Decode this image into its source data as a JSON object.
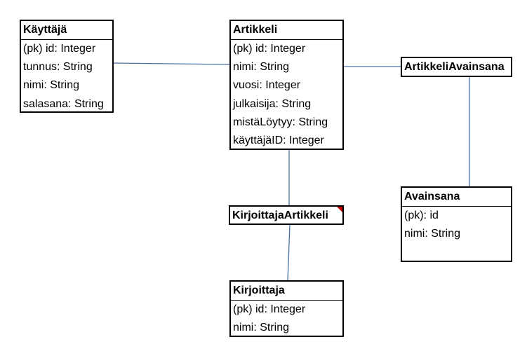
{
  "entities": {
    "kayttaja": {
      "title": "Käyttäjä",
      "rows": [
        "(pk) id: Integer",
        "tunnus: String",
        "nimi: String",
        "salasana: String"
      ]
    },
    "artikkeli": {
      "title": "Artikkeli",
      "rows": [
        "(pk) id: Integer",
        "nimi: String",
        "vuosi: Integer",
        "julkaisija: String",
        "mistäLöytyy: String",
        "käyttäjäID: Integer"
      ]
    },
    "artikkeli_avainsana": {
      "title": "ArtikkeliAvainsana",
      "rows": []
    },
    "avainsana": {
      "title": "Avainsana",
      "rows": [
        "(pk): id",
        "nimi: String"
      ]
    },
    "kirjoittaja_artikkeli": {
      "title": "KirjoittajaArtikkeli",
      "rows": []
    },
    "kirjoittaja": {
      "title": "Kirjoittaja",
      "rows": [
        "(pk) id: Integer",
        "nimi: String"
      ]
    }
  },
  "colors": {
    "connector": "#4a6fa5",
    "border": "#000000",
    "comment_marker": "#c00000"
  }
}
